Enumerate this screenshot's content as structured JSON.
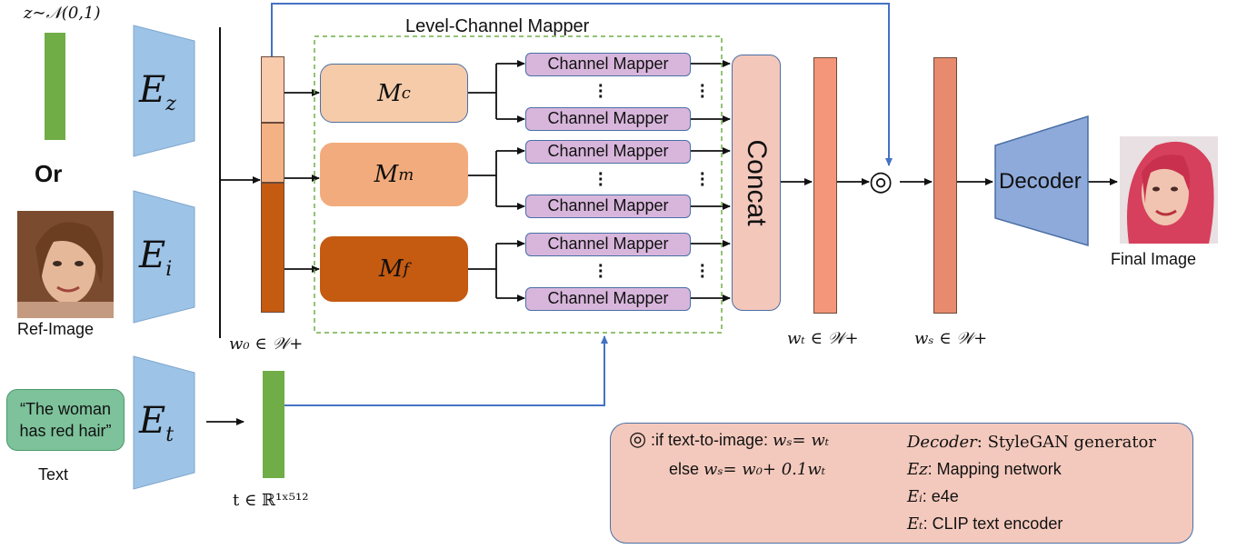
{
  "noise_label": "z∼𝒩(0,1)",
  "or_label": "Or",
  "ref_image_label": "Ref-Image",
  "text_input": "“The woman has red hair”",
  "text_label": "Text",
  "encoders": {
    "ez": {
      "main": "E",
      "sub": "z"
    },
    "ei": {
      "main": "E",
      "sub": "i"
    },
    "et": {
      "main": "E",
      "sub": "t"
    }
  },
  "w0_label": "w₀ ∈ 𝒲+",
  "t_label": "t ∈ ℝ¹ˣ⁵¹²",
  "mapper_title": "Level-Channel Mapper",
  "mappers": [
    {
      "main": "M",
      "sub": "c",
      "color": "#f6cba9"
    },
    {
      "main": "M",
      "sub": "m",
      "color": "#f2ab7c"
    },
    {
      "main": "M",
      "sub": "f",
      "color": "#c55a11"
    }
  ],
  "channel_mapper_label": "Channel Mapper",
  "concat_label": "Concat",
  "wt_label": "wₜ ∈ 𝒲+",
  "ws_label": "wₛ ∈ 𝒲+",
  "combine_symbol": "◎",
  "decoder_label": "Decoder",
  "final_image_label": "Final Image",
  "legend": {
    "symbol": "◎",
    "line1_prefix": ":if text-to-image: ",
    "line1_eq": "wₛ= wₜ",
    "line2_prefix": "else ",
    "line2_eq": "wₛ= w₀+ 0.1wₜ",
    "items": [
      {
        "term": "Decoder",
        "desc": ": StyleGAN generator"
      },
      {
        "term": "Eᴢ",
        "desc": ": Mapping network"
      },
      {
        "term": "Eᵢ",
        "desc": ": e4e"
      },
      {
        "term": "Eₜ",
        "desc": ": CLIP text encoder"
      }
    ]
  },
  "colors": {
    "encoder_fill": "#9dc3e6",
    "noise_bar": "#70ad47",
    "wplus_light": "#f8cbad",
    "wplus_mid": "#f4b183",
    "wplus_dark": "#c55a11",
    "concat_fill": "#f4c7bb",
    "wt_fill": "#f4967a",
    "ws_fill": "#e88a6e",
    "decoder_fill": "#8eaadb",
    "text_box": "#7dc29b",
    "arrow_blue": "#4472c4"
  }
}
